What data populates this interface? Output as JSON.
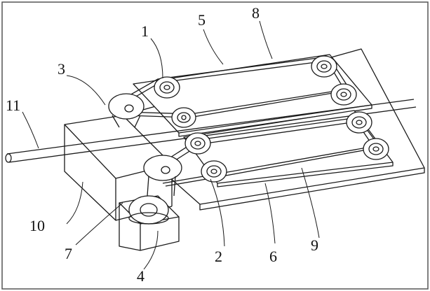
{
  "diagram": {
    "labels": [
      {
        "id": "label-1",
        "text": "1"
      },
      {
        "id": "label-2",
        "text": "2"
      },
      {
        "id": "label-3",
        "text": "3"
      },
      {
        "id": "label-4",
        "text": "4"
      },
      {
        "id": "label-5",
        "text": "5"
      },
      {
        "id": "label-6",
        "text": "6"
      },
      {
        "id": "label-7",
        "text": "7"
      },
      {
        "id": "label-8",
        "text": "8"
      },
      {
        "id": "label-9",
        "text": "9"
      },
      {
        "id": "label-10",
        "text": "10"
      },
      {
        "id": "label-11",
        "text": "11"
      }
    ],
    "colors": {
      "stroke": "#1a1a1a",
      "background": "#ffffff",
      "frame": "#555555"
    }
  }
}
